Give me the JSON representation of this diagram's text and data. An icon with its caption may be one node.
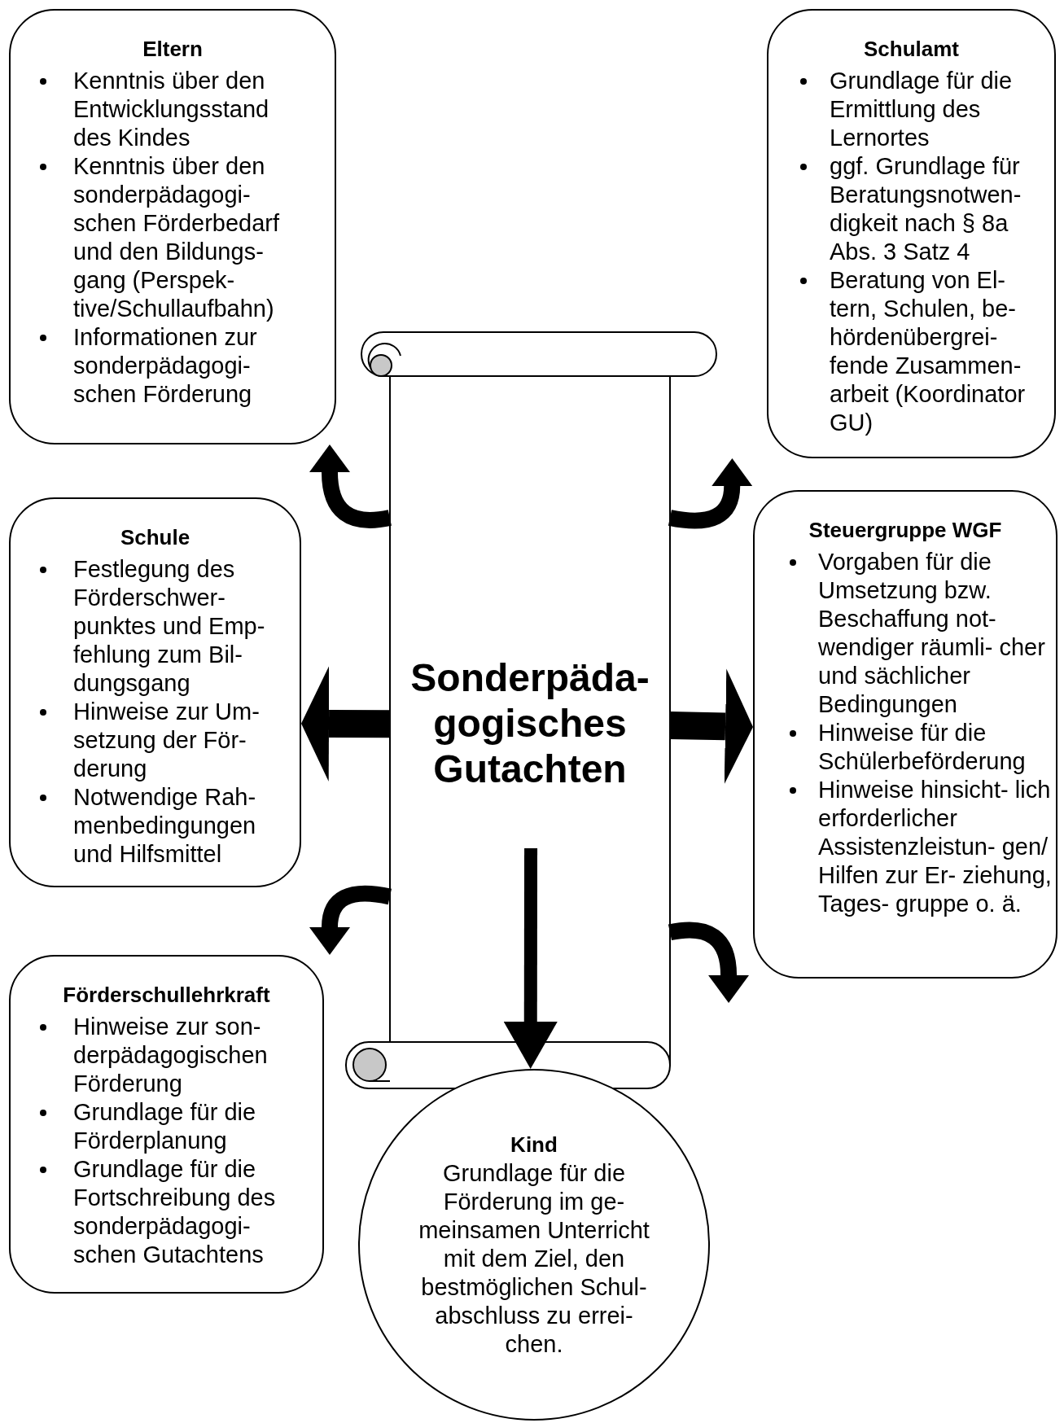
{
  "diagram": {
    "nodes": [
      {
        "text": [
          "Eltern",
          "Kenntnis über den Entwicklungsstand des Kindes",
          "Kenntnis über den sonderpädagogi- schen Förderbedarf und den Bildungs- gang (Perspek- tive/Schullaufbahn)",
          "Informationen zur sonderpädagogi- schen Förderung"
        ]
      },
      {
        "text": [
          "Schulamt",
          "Grundlage für die Ermittlung des Lernortes",
          "ggf. Grundlage für Beratungsnotwen- digkeit nach § 8a Abs. 3 Satz 4",
          "Beratung von El- tern, Schulen, be- hördenübergrei- fende Zusammen- arbeit (Koordinator GU)"
        ]
      },
      {
        "text": [
          "Sonderpäda- gogisches Gutachten"
        ]
      },
      {
        "text": [
          "Schule",
          "Festlegung des Förderschwer- punktes und Emp- fehlung zum Bil- dungsgang",
          "Hinweise zur Um- setzung der För- derung",
          "Notwendige Rah- menbedingungen und Hilfsmittel"
        ]
      },
      {
        "text": [
          "Steuergruppe WGF",
          "Vorgaben für die Umsetzung bzw. Beschaffung not- wendiger räumli- cher und sächlicher Bedingungen",
          "Hinweise für die Schülerbeförderung",
          "Hinweise hinsicht- lich erforderlicher Assistenzleistun- gen/ Hilfen zur Er- ziehung, Tages- gruppe o. ä."
        ]
      },
      {
        "text": [
          "Förderschullehrkraft",
          "Hinweise zur son- derpädagogischen Förderung",
          "Grundlage für die Förderplanung",
          "Grundlage für die Fortschreibung des sonderpädagogi- schen Gutachtens"
        ]
      },
      {
        "text": [
          "Kind",
          "Grundlage für die Förderung im ge- meinsamen Unterricht mit dem Ziel, den bestmöglichen Schul- abschluss zu errei- chen."
        ]
      }
    ],
    "edges": [
      {
        "from": 2,
        "to": 0,
        "arrow": "to"
      },
      {
        "from": 2,
        "to": 1,
        "arrow": "to"
      },
      {
        "from": 2,
        "to": 3,
        "arrow": "to"
      },
      {
        "from": 2,
        "to": 4,
        "arrow": "to"
      },
      {
        "from": 2,
        "to": 5,
        "arrow": "to"
      },
      {
        "from": 2,
        "to": 4,
        "arrow": "to"
      },
      {
        "from": 2,
        "to": 6,
        "arrow": "to"
      }
    ]
  }
}
